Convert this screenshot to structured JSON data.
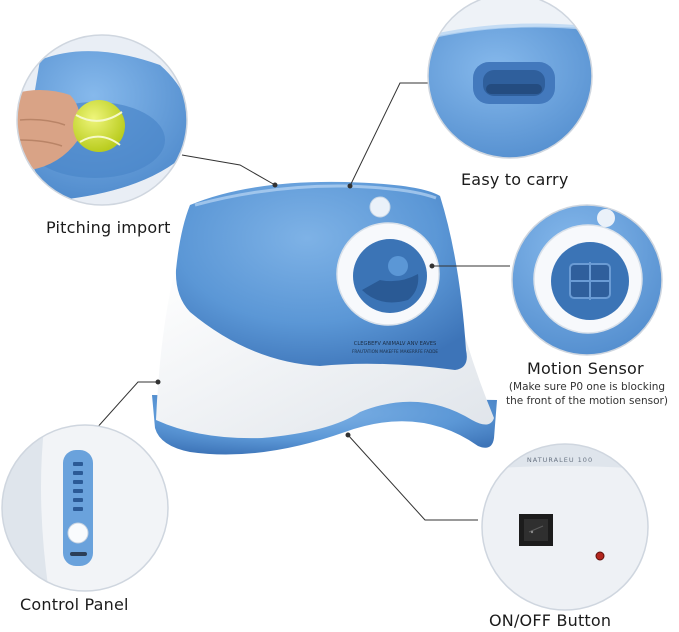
{
  "callouts": {
    "pitching": {
      "label": "Pitching import"
    },
    "carry": {
      "label": "Easy to carry"
    },
    "motion": {
      "label": "Motion Sensor",
      "note_line1": "(Make sure P0 one is blocking",
      "note_line2": "the front of the motion sensor)"
    },
    "control": {
      "label": "Control Panel"
    },
    "power": {
      "label": "ON/OFF Button"
    }
  },
  "machine": {
    "warning_line1": "CLEGBEFV ANIMALV ANV EAVES",
    "warning_line2": "FRAUTATION MAKEFFE MAKERRFE FADDE"
  },
  "power_panel": {
    "engraving": "NATURALEU 100"
  },
  "colors": {
    "body_blue": "#5b97d6",
    "body_white": "#f4f6f9",
    "dark_blue": "#3d74b8",
    "tennis_ball": "#d6e72e",
    "leader_line": "#333333"
  }
}
